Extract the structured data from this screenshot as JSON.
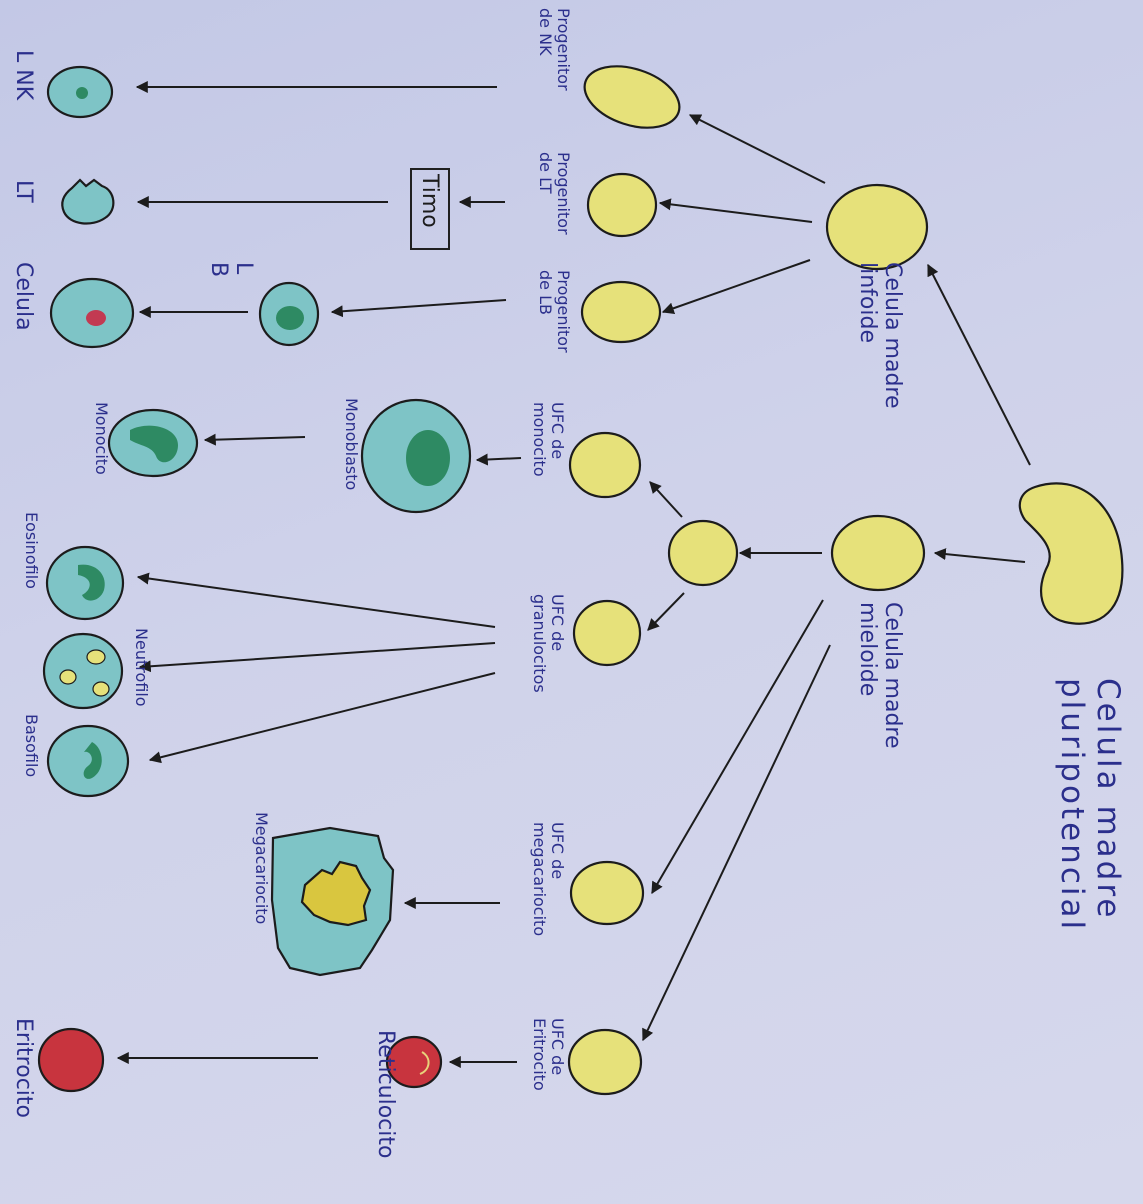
{
  "title": "Celula madre\npluripotencial",
  "labels": {
    "linfoide": "Celula madre\nlinfoide",
    "mieloide": "Celula madre\nmieloide",
    "prog_nk": "Progenitor\nde NK",
    "prog_lt": "Progenitor\nde LT",
    "prog_lb": "Progenitor\nde LB",
    "timo": "Timo",
    "lnk": "L NK",
    "lt": "LT",
    "lb": "L\nB",
    "celula": "Celula",
    "ufc_monocito": "UFC de\nmonocito",
    "monoblasto": "Monoblasto",
    "monocito": "Monocito",
    "ufc_granulocitos": "UFC de\ngranulocitos",
    "eosinofilo": "Eosinofilo",
    "neutrofilo": "Neutrofilo",
    "basofilo": "Basofilo",
    "ufc_megacariocito": "UFC de\nmegacariocito",
    "megacariocito": "Megacariocito",
    "ufc_eritrocito": "UFC de\nEritrocito",
    "reticulocito": "Reticulocito",
    "eritrocito": "Eritrocito"
  },
  "colors": {
    "ink": "#2b2f8c",
    "stem_yellow": "#e6e17a",
    "cell_teal": "#7ec4c6",
    "nucleus_green": "#2e8a63",
    "nucleus_red": "#c23a52",
    "erythro_red": "#c8343e",
    "line": "#1c1c1c"
  }
}
